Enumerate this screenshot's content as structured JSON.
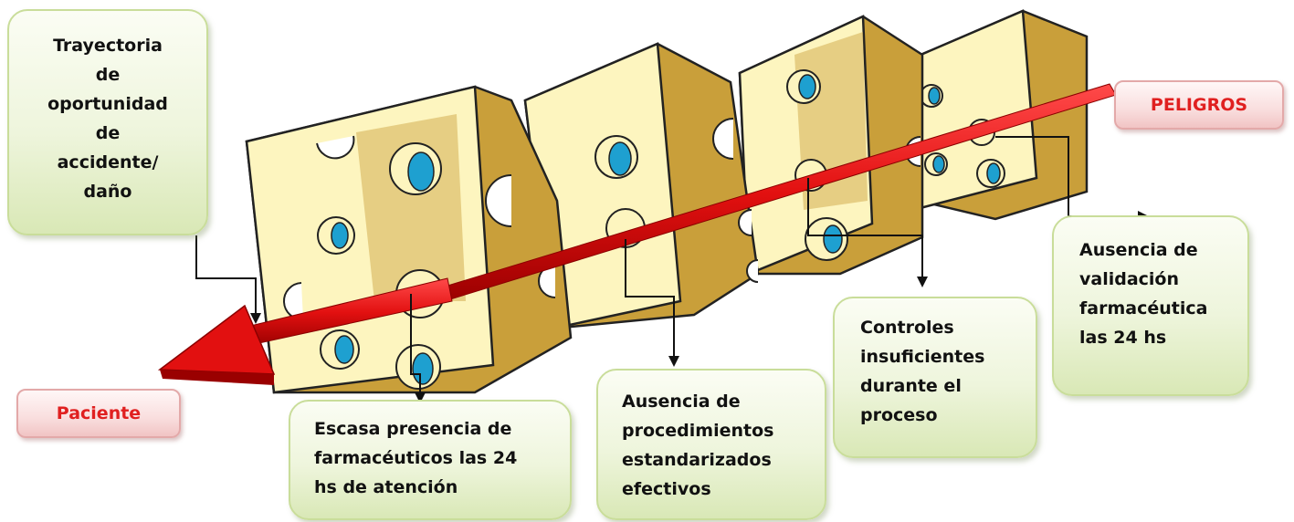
{
  "left_label": "Trayectoria\nde\noportunidad\nde\naccidente/\ndaño",
  "hazards_label": "PELIGROS",
  "patient_label": "Paciente",
  "layers": [
    {
      "label": "Escasa presencia de\nfarmacéuticos las 24\nhs de atención"
    },
    {
      "label": "Ausencia de\nprocedimientos\nestandarizados\nefectivos"
    },
    {
      "label": "Controles\ninsuficientes\ndurante el\nproceso"
    },
    {
      "label": "Ausencia de\nvalidación\nfarmacéutica\nlas 24 hs"
    }
  ],
  "colors": {
    "cheese_face": "#fdf5bf",
    "cheese_side": "#c99f3a",
    "hole_blue": "#1ea0d0",
    "arrow_red": "#e21010",
    "box_border": "#c9dd9a",
    "label_red": "#e02020"
  }
}
